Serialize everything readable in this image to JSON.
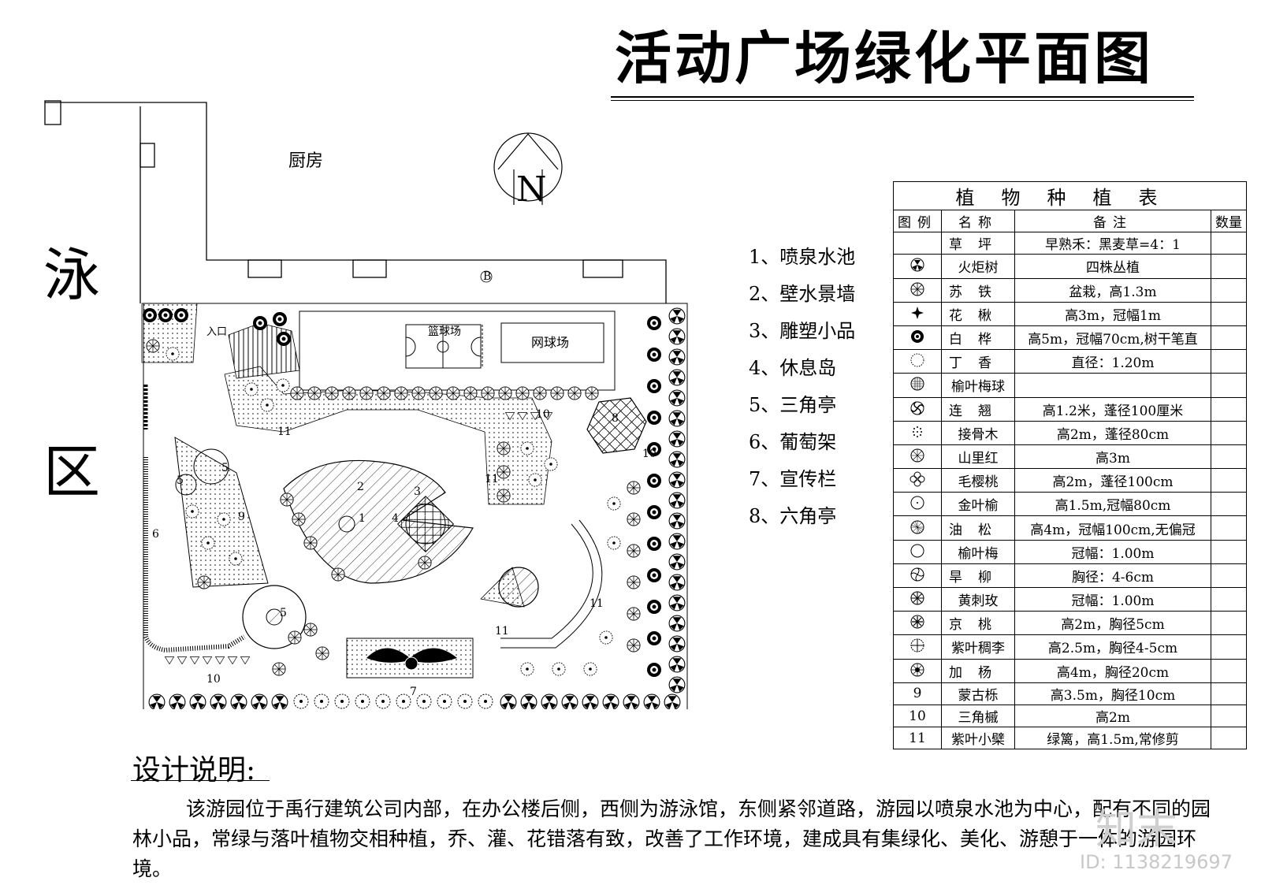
{
  "title": "活动广场绿化平面图",
  "site": {
    "pool_char_1": "泳",
    "pool_char_2": "区",
    "kitchen": "厨房",
    "entrance": "入口",
    "basketball": "篮球场",
    "tennis": "网球场",
    "axis_mark": "B",
    "north": "N"
  },
  "plan_numbers": [
    "1",
    "2",
    "3",
    "4",
    "5",
    "5",
    "5",
    "6",
    "7",
    "8",
    "9",
    "10",
    "10",
    "10",
    "11",
    "11",
    "11",
    "11"
  ],
  "legend": [
    "1、喷泉水池",
    "2、壁水景墙",
    "3、雕塑小品",
    "4、休息岛",
    "5、三角亭",
    "6、葡萄架",
    "7、宣传栏",
    "8、六角亭"
  ],
  "plant_table": {
    "title": "植物种植表",
    "headers": [
      "图例",
      "名称",
      "备注",
      "数量"
    ],
    "rows": [
      {
        "sym": "",
        "name": "草坪",
        "note": "早熟禾：黑麦草=4：1"
      },
      {
        "sym": "torch",
        "name": "火炬树",
        "note": "四株丛植"
      },
      {
        "sym": "cycad",
        "name": "苏铁",
        "note": "盆栽，高1.3m"
      },
      {
        "sym": "catalpa",
        "name": "花楸",
        "note": "高3m，冠幅1m"
      },
      {
        "sym": "birch",
        "name": "白桦",
        "note": "高5m，冠幅70cm,树干笔直"
      },
      {
        "sym": "lilac",
        "name": "丁香",
        "note": "直径：1.20m"
      },
      {
        "sym": "grid",
        "name": "榆叶梅球",
        "note": ""
      },
      {
        "sym": "swirl",
        "name": "连翘",
        "note": "高1.2米，蓬径100厘米"
      },
      {
        "sym": "dots",
        "name": "接骨木",
        "note": "高2m，蓬径80cm"
      },
      {
        "sym": "spoke",
        "name": "山里红",
        "note": "高3m"
      },
      {
        "sym": "flower",
        "name": "毛樱桃",
        "note": "高2m，蓬径100cm"
      },
      {
        "sym": "ring",
        "name": "金叶榆",
        "note": "高1.5m,冠幅80cm"
      },
      {
        "sym": "pine",
        "name": "油松",
        "note": "高4m，冠幅100cm,无偏冠"
      },
      {
        "sym": "plain",
        "name": "榆叶梅",
        "note": "冠幅：1.00m"
      },
      {
        "sym": "willow",
        "name": "旱柳",
        "note": "胸径：4-6cm"
      },
      {
        "sym": "rose",
        "name": "黄刺玫",
        "note": "冠幅：1.00m"
      },
      {
        "sym": "peach",
        "name": "京桃",
        "note": "高2m，胸径5cm"
      },
      {
        "sym": "plum",
        "name": "紫叶稠李",
        "note": "高2.5m，胸径4-5cm"
      },
      {
        "sym": "poplar",
        "name": "加杨",
        "note": "高4m，胸径20cm"
      },
      {
        "sym": "9",
        "name": "蒙古栎",
        "note": "高3.5m，胸径10cm"
      },
      {
        "sym": "10",
        "name": "三角槭",
        "note": "高2m"
      },
      {
        "sym": "11",
        "name": "紫叶小檗",
        "note": "绿篱，高1.5m,常修剪"
      }
    ]
  },
  "design": {
    "heading": "设计说明:",
    "text": "该游园位于禹行建筑公司内部，在办公楼后侧，西侧为游泳馆，东侧紧邻道路，游园以喷泉水池为中心，配有不同的园林小品，常绿与落叶植物交相种植，乔、灌、花错落有致，改善了工作环境，建成具有集绿化、美化、游憩于一体的游园环境。"
  },
  "watermark": {
    "logo": "知末",
    "id": "ID: 1138219697"
  }
}
